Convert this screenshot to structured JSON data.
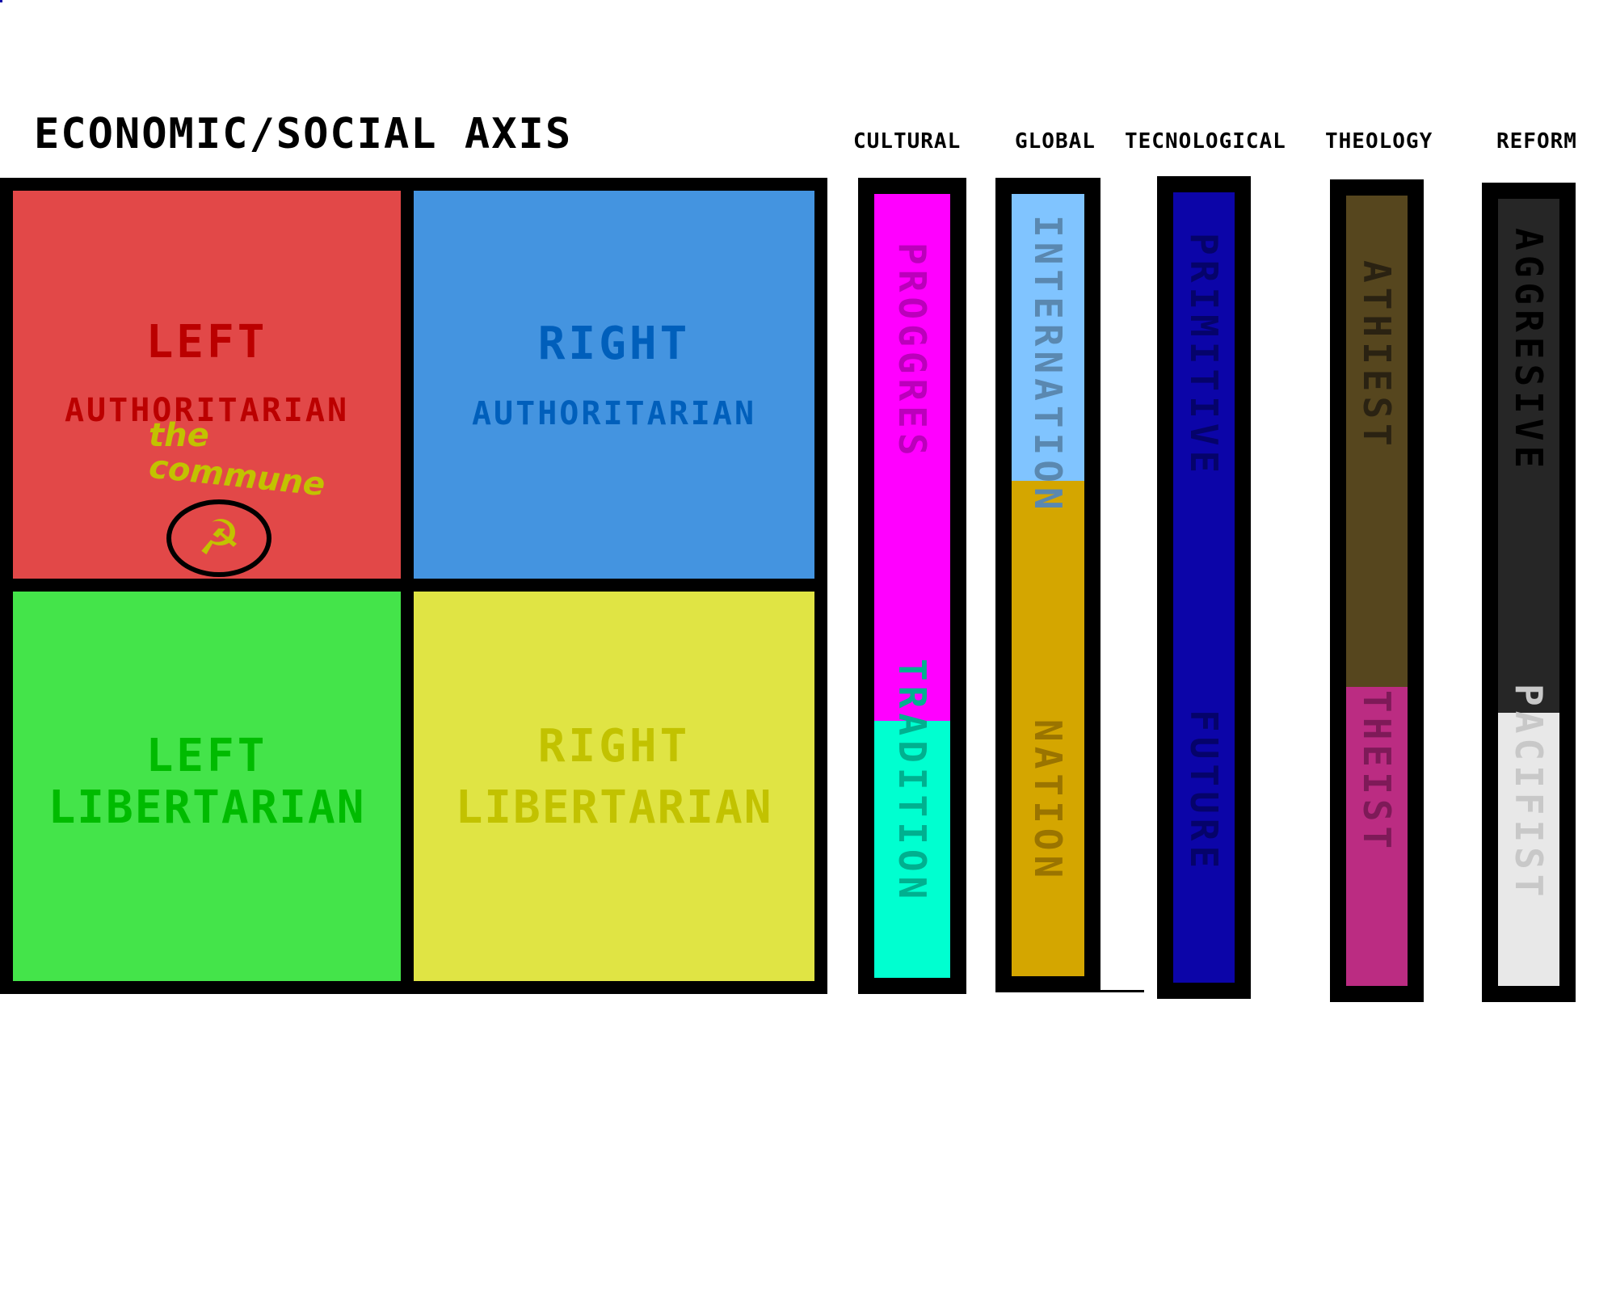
{
  "title": "ECONOMIC/SOCIAL AXIS",
  "axis_labels": {
    "cultural": "CULTURAL",
    "global": "GLOBAL",
    "technological": "TECNOLOGICAL",
    "theology": "THEOLOGY",
    "reform": "REFORM"
  },
  "quadrants": {
    "left_authoritarian": {
      "line1": "LEFT",
      "line2": "AUTHORITARIAN",
      "bg": "#e24848",
      "fg": "#bb0000",
      "annotation": {
        "line1": "the",
        "line2": "commune",
        "symbol": "☭"
      }
    },
    "right_authoritarian": {
      "line1": "RIGHT",
      "line2": "AUTHORITARIAN",
      "bg": "#4494e0",
      "fg": "#005fbb"
    },
    "left_libertarian": {
      "line1": "LEFT",
      "line2": "LIBERTARIAN",
      "bg": "#44e44a",
      "fg": "#00bb00"
    },
    "right_libertarian": {
      "line1": "RIGHT",
      "line2": "LIBERTARIAN",
      "bg": "#e0e444",
      "fg": "#c2c200"
    }
  },
  "bars": {
    "cultural": {
      "top": "PROGGRES",
      "bottom": "TRADITION",
      "top_color": "#ff00ff",
      "bottom_color": "#00ffd0"
    },
    "global": {
      "top": "INTERNATION",
      "bottom": "NATION",
      "top_color": "#80c4ff",
      "bottom_color": "#d4a600"
    },
    "technological": {
      "top": "PRIMITIVE",
      "bottom": "FUTURE",
      "top_color": "#0c05a8",
      "bottom_color": "#0c05a8"
    },
    "theology": {
      "top": "ATHIEST",
      "bottom": "THEIST",
      "top_color": "#56461e",
      "bottom_color": "#bb2c82"
    },
    "reform": {
      "top": "AGGRESIVE",
      "bottom": "PACIFIST",
      "top_color": "#262626",
      "bottom_color": "#e8e8e8"
    }
  }
}
